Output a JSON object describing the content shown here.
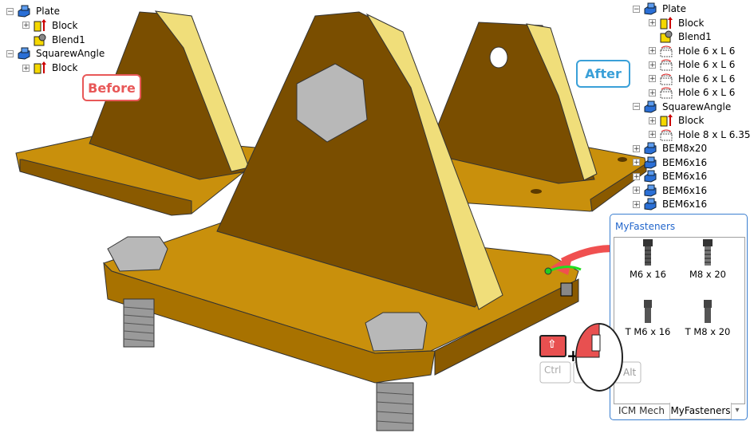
{
  "left_tree": [
    {
      "label": "Plate",
      "level": 0,
      "icon": "part-icon",
      "expander": "minus"
    },
    {
      "label": "Block",
      "level": 1,
      "icon": "block-feature-icon",
      "expander": "plus"
    },
    {
      "label": "Blend1",
      "level": 1,
      "icon": "blend-feature-icon",
      "expander": "none"
    },
    {
      "label": "SquarewAngle",
      "level": 0,
      "icon": "part-icon",
      "expander": "minus"
    },
    {
      "label": "Block",
      "level": 1,
      "icon": "block-feature-icon",
      "expander": "plus"
    }
  ],
  "right_tree": [
    {
      "label": "Plate",
      "level": 0,
      "icon": "part-icon",
      "expander": "minus"
    },
    {
      "label": "Block",
      "level": 1,
      "icon": "block-feature-icon",
      "expander": "plus"
    },
    {
      "label": "Blend1",
      "level": 1,
      "icon": "blend-feature-icon",
      "expander": "none"
    },
    {
      "label": "Hole  6 x L 6",
      "level": 1,
      "icon": "hole-feature-icon",
      "expander": "plus"
    },
    {
      "label": "Hole  6 x L 6",
      "level": 1,
      "icon": "hole-feature-icon",
      "expander": "plus"
    },
    {
      "label": "Hole  6 x L 6",
      "level": 1,
      "icon": "hole-feature-icon",
      "expander": "plus"
    },
    {
      "label": "Hole  6 x L 6",
      "level": 1,
      "icon": "hole-feature-icon",
      "expander": "plus"
    },
    {
      "label": "SquarewAngle",
      "level": 0,
      "icon": "part-icon",
      "expander": "minus"
    },
    {
      "label": "Block",
      "level": 1,
      "icon": "block-feature-icon",
      "expander": "plus"
    },
    {
      "label": "Hole  8 x L 6.35",
      "level": 1,
      "icon": "hole-feature-icon",
      "expander": "plus"
    },
    {
      "label": "BEM8x20",
      "level": 0,
      "icon": "part-icon",
      "expander": "plus"
    },
    {
      "label": "BEM6x16",
      "level": 0,
      "icon": "part-icon",
      "expander": "plus"
    },
    {
      "label": "BEM6x16",
      "level": 0,
      "icon": "part-icon",
      "expander": "plus"
    },
    {
      "label": "BEM6x16",
      "level": 0,
      "icon": "part-icon",
      "expander": "plus"
    },
    {
      "label": "BEM6x16",
      "level": 0,
      "icon": "part-icon",
      "expander": "plus"
    }
  ],
  "callouts": {
    "before": "Before",
    "after": "After"
  },
  "keys": {
    "shift": "⇧",
    "ctrl": "Ctrl",
    "alt": "Alt"
  },
  "panel": {
    "title": "MyFasteners",
    "items": [
      {
        "label": "M6 x 16",
        "icon": "hex-bolt-icon"
      },
      {
        "label": "M8 x 20",
        "icon": "hex-bolt-icon"
      },
      {
        "label": "T M6 x 16",
        "icon": "socket-screw-icon"
      },
      {
        "label": "T M8 x 20",
        "icon": "socket-screw-icon"
      }
    ],
    "tabs": [
      {
        "label": "ICM Mech",
        "active": false
      },
      {
        "label": "MyFasteners",
        "active": true
      }
    ]
  },
  "colors": {
    "part_top": "#C9900C",
    "part_side": "#8A5A00",
    "part_edge": "#F0DE7A",
    "bolt": "#B8B8B8",
    "callout_before": "#E85858",
    "callout_after": "#3AA0D8",
    "arrow": "#F05050",
    "panel_title": "#2266CC"
  }
}
